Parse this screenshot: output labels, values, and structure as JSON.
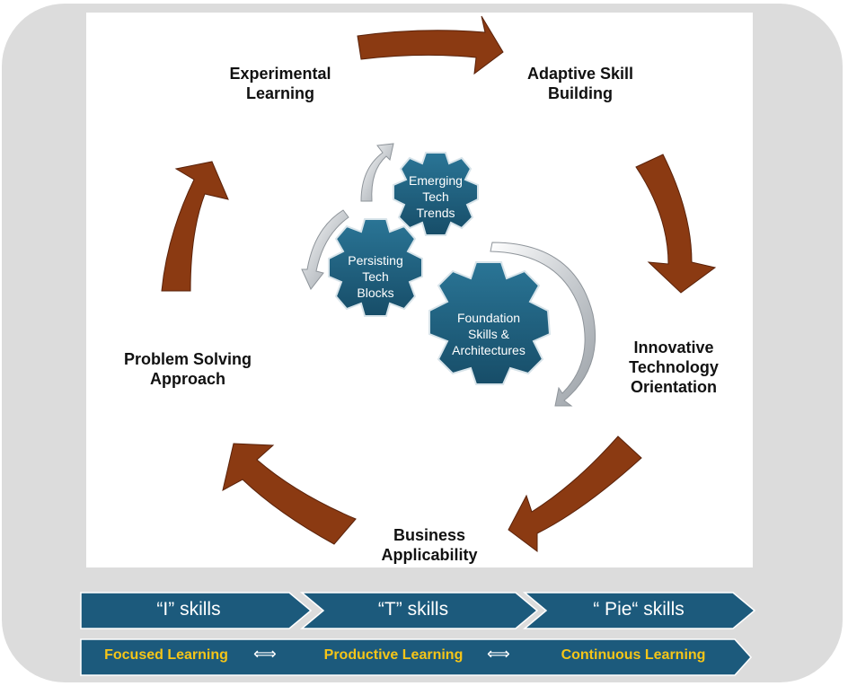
{
  "cycle": {
    "experimental_learning": "Experimental\nLearning",
    "adaptive_skill_building": "Adaptive Skill\nBuilding",
    "innovative_technology_orientation": "Innovative\nTechnology\nOrientation",
    "business_applicability": "Business\nApplicability",
    "problem_solving_approach": "Problem Solving\nApproach"
  },
  "gears": {
    "emerging": "Emerging\nTech\nTrends",
    "persisting": "Persisting\nTech\nBlocks",
    "foundation": "Foundation\nSkills &\nArchitectures"
  },
  "skills_bar": {
    "i_skills": "“I” skills",
    "t_skills": "“T” skills",
    "pie_skills": "“ Pie“ skills"
  },
  "learning_bar": {
    "focused": "Focused Learning",
    "productive": "Productive Learning",
    "continuous": "Continuous Learning",
    "double_arrow": "⟺"
  },
  "colors": {
    "arrow_brown": "#8b3a12",
    "gear_teal": "#1f5f7f",
    "bar_teal": "#1c5a7c",
    "yellow_text": "#f5c518"
  }
}
